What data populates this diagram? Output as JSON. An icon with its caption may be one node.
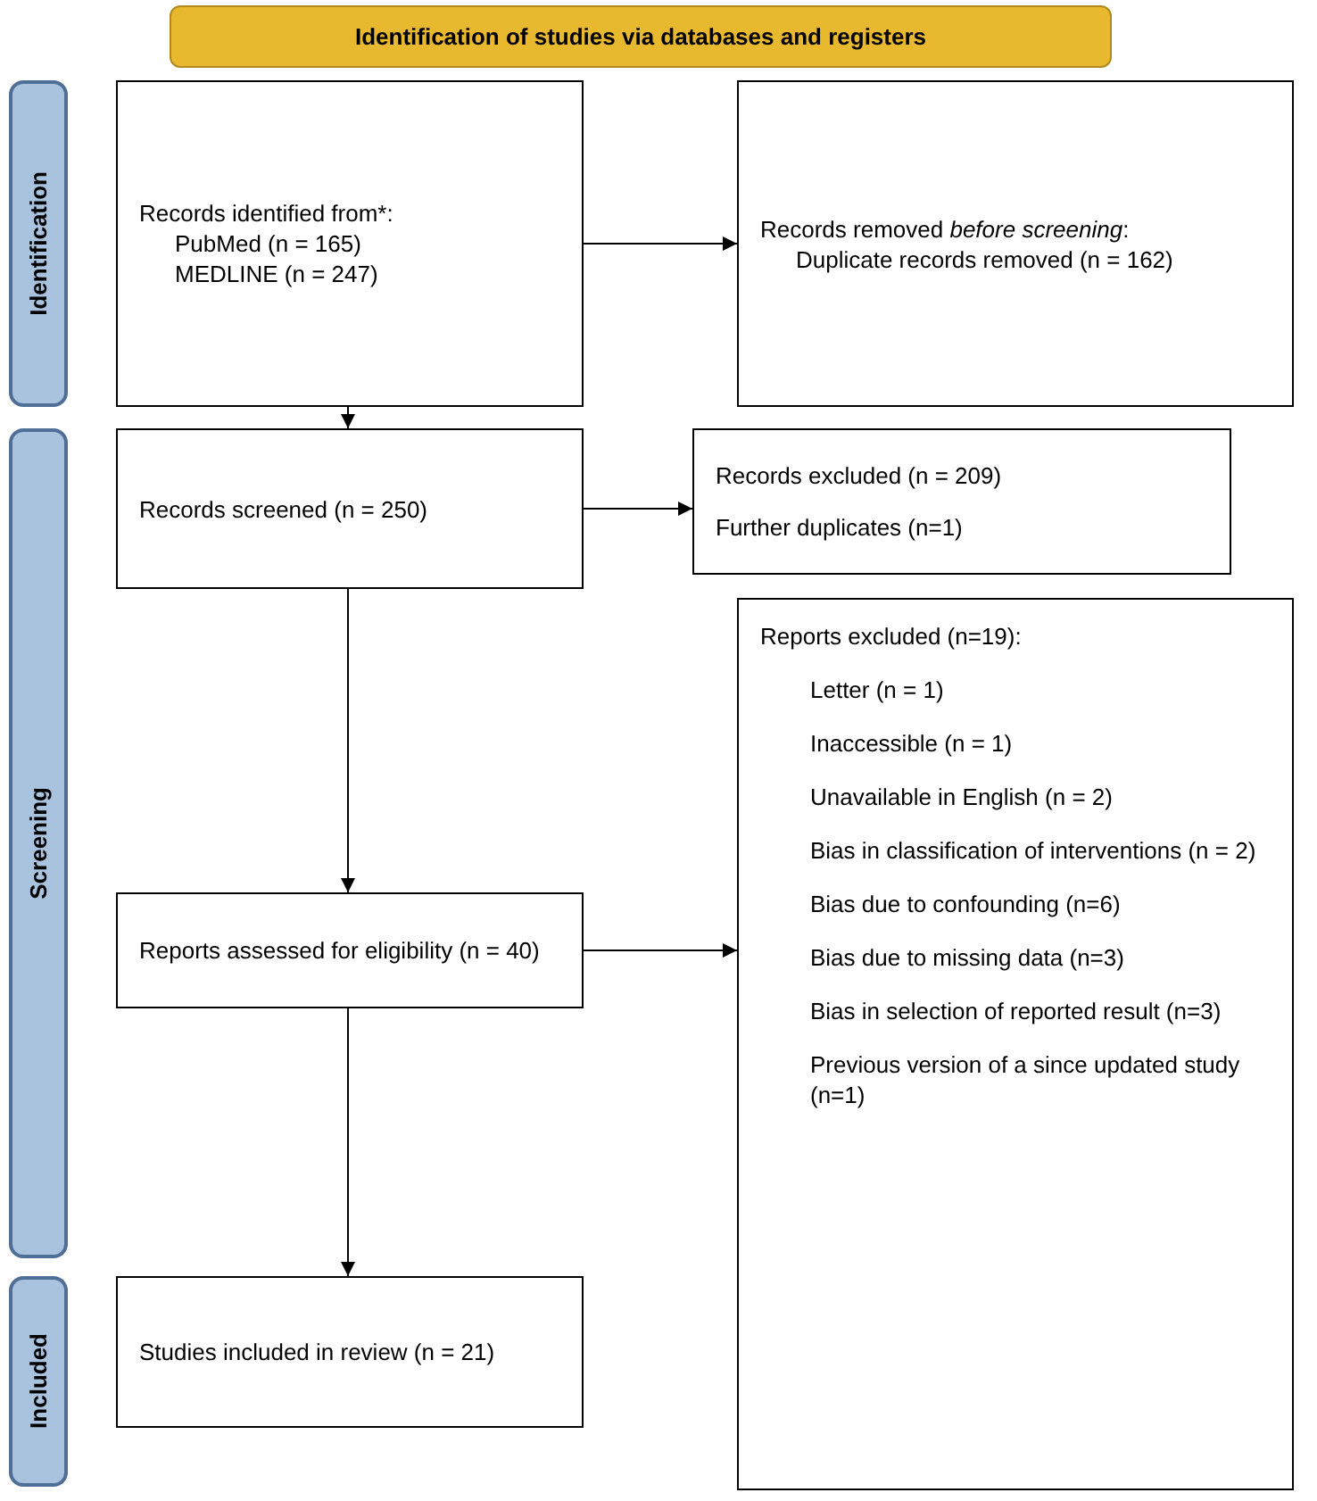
{
  "diagram": {
    "nodes": [
      {
        "text": [
          "Identification of studies via databases and registers"
        ]
      },
      {
        "text": [
          "Identification"
        ]
      },
      {
        "text": [
          "Records identified from*:",
          "PubMed (n = 165)",
          "MEDLINE (n = 247)"
        ]
      },
      {
        "text": [
          "Records removed *before screening*:",
          "Duplicate records removed (n = 162)"
        ]
      },
      {
        "text": [
          "Screening"
        ]
      },
      {
        "text": [
          "Records screened (n = 250)"
        ]
      },
      {
        "text": [
          "Records excluded (n = 209)",
          "Further duplicates (n=1)"
        ]
      },
      {
        "text": [
          "Reports assessed for eligibility (n = 40)"
        ]
      },
      {
        "text": [
          "Reports excluded (n=19):",
          "Letter (n = 1)",
          "Inaccessible (n = 1)",
          "Unavailable in English (n = 2)",
          "Bias in classification of interventions (n = 2)",
          "Bias due to confounding (n=6)",
          "Bias due to missing data (n=3)",
          "Bias in selection of reported result (n=3)",
          "Previous version of a since updated study (n=1)"
        ]
      },
      {
        "text": [
          "Included"
        ]
      },
      {
        "text": [
          "Studies included in review (n = 21)"
        ]
      }
    ],
    "edges": [
      {
        "from": 2,
        "to": 3,
        "arrow": "to"
      },
      {
        "from": 2,
        "to": 5,
        "arrow": "to"
      },
      {
        "from": 5,
        "to": 6,
        "arrow": "to"
      },
      {
        "from": 5,
        "to": 7,
        "arrow": "to"
      },
      {
        "from": 7,
        "to": 8,
        "arrow": "to"
      },
      {
        "from": 7,
        "to": 10,
        "arrow": "to"
      }
    ]
  }
}
